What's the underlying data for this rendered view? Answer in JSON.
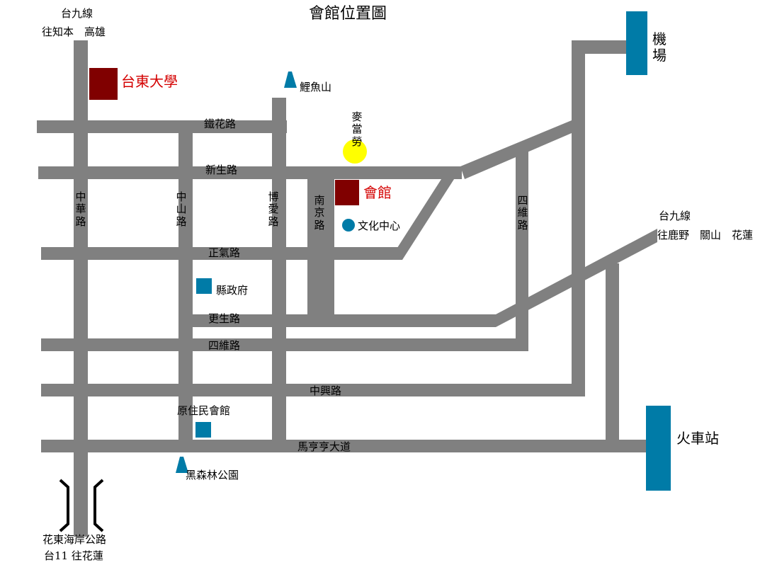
{
  "title": "會館位置圖",
  "colors": {
    "road": "#808080",
    "landmark_red": "#800000",
    "landmark_blue": "#007ba7",
    "label_red": "#d40000",
    "highlight": "#ffff00",
    "bracket": "#000000"
  },
  "labels": {
    "route9_north_line1": "台九線",
    "route9_north_line2": "往知本　高雄",
    "university": "台東大學",
    "liyu_mountain": "鯉魚山",
    "mcdonalds": "麥當勞",
    "airport": "機場",
    "route9_east_line1": "台九線",
    "route9_east_line2": "往鹿野　關山　花蓮",
    "venue": "會館",
    "culture_center": "文化中心",
    "county_government": "縣政府",
    "indigenous_hall": "原住民會館",
    "forest_park": "黑森林公園",
    "train_station": "火車站",
    "coastal_highway": "花東海岸公路",
    "route11": "台11 往花蓮"
  },
  "roads": {
    "tiehua": "鐵花路",
    "xinsheng": "新生路",
    "zhengqi": "正氣路",
    "gengsheng": "更生路",
    "siwei": "四維路",
    "zhongxing": "中興路",
    "malanglang": "馬亨亨大道",
    "zhonghua": "中華路",
    "zhongshan": "中山路",
    "boai": "博愛路",
    "nanjing": "南京路",
    "siwei_vertical": "四維路"
  },
  "icons": {
    "university": "square-marker",
    "venue": "square-marker",
    "airport": "rectangle-marker",
    "train_station": "rectangle-marker",
    "culture_center": "circle-marker",
    "county_government": "square-marker",
    "indigenous_hall": "square-marker",
    "liyu_mountain": "mountain-icon",
    "forest_park": "mountain-icon",
    "mcdonalds": "circle-marker"
  }
}
